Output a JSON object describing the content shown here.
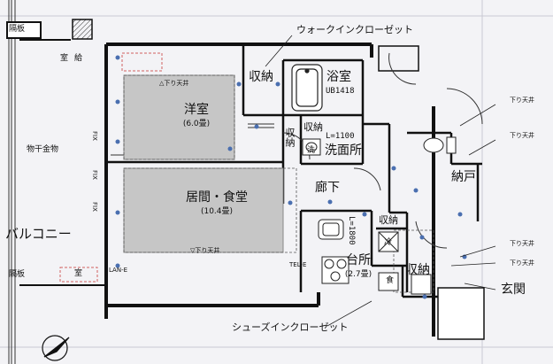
{
  "rooms": {
    "western_room": {
      "name": "洋室",
      "size": "(6.0畳)"
    },
    "living_dining": {
      "name": "居間・食堂",
      "size": "(10.4畳)"
    },
    "kitchen": {
      "name": "台所",
      "size": "(2.7畳)"
    },
    "bathroom": {
      "name": "浴室",
      "model": "UB1418"
    },
    "washroom": {
      "name": "洗面所"
    },
    "hallway": {
      "name": "廊下"
    },
    "storeroom": {
      "name": "納戸"
    },
    "entrance": {
      "name": "玄関"
    },
    "balcony": {
      "name": "バルコニー"
    }
  },
  "labels": {
    "walk_in_closet": "ウォークインクローゼット",
    "shoes_in_closet": "シューズインクローゼット",
    "storage": "収納",
    "partition": "隔板",
    "outdoor_unit": "室",
    "outdoor_unit_with_supply": "給",
    "laundry_hanger": "物干金物",
    "lowered_ceiling": "下り天井",
    "lowered_ceiling_up": "△下り天井",
    "lowered_ceiling_down": "▽下り天井",
    "fix": "FIX",
    "wash_short": "洗",
    "fridge": "冷",
    "dishwasher": "食",
    "l_1100": "L=1100",
    "l_1800": "L=1800",
    "tel": "TEL-E",
    "lan": "LAN-E"
  }
}
